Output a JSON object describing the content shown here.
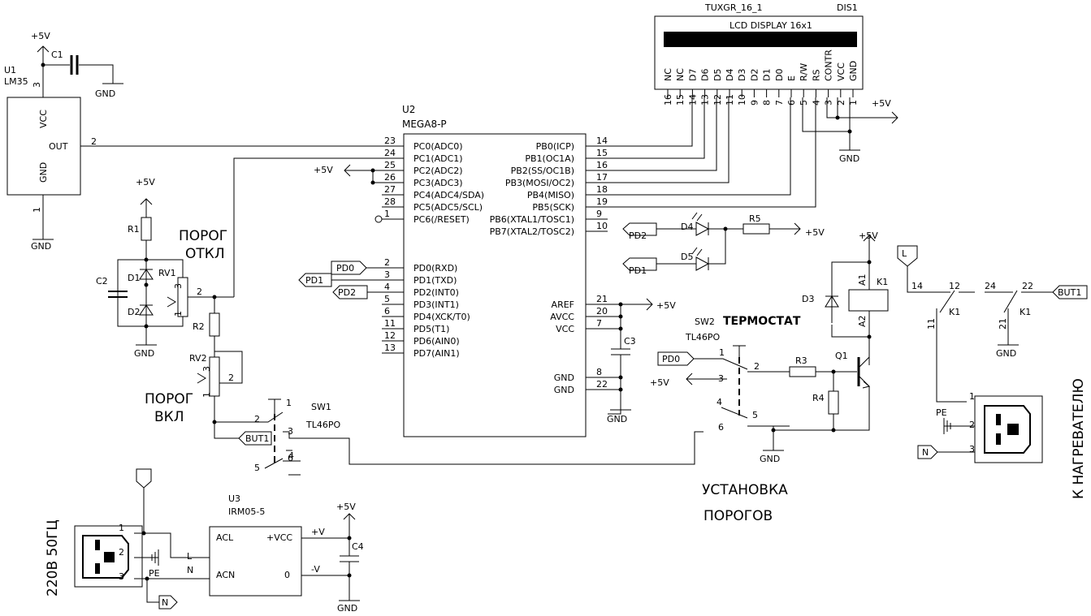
{
  "components": {
    "lm35": {
      "ref": "U1",
      "name": "LM35",
      "pins": {
        "vcc": "VCC",
        "out": "OUT",
        "gnd": "GND"
      },
      "pin_out": "2",
      "pin_vcc": "3",
      "pin_gnd": "1"
    },
    "c1": {
      "ref": "C1"
    },
    "c2": {
      "ref": "C2"
    },
    "c3": {
      "ref": "C3"
    },
    "c4": {
      "ref": "C4"
    },
    "r1": {
      "ref": "R1"
    },
    "r2": {
      "ref": "R2"
    },
    "r3": {
      "ref": "R3"
    },
    "r4": {
      "ref": "R4"
    },
    "r5": {
      "ref": "R5"
    },
    "rv1": {
      "ref": "RV1",
      "pins": [
        "1",
        "2",
        "3"
      ]
    },
    "rv2": {
      "ref": "RV2",
      "pins": [
        "1",
        "2",
        "3"
      ]
    },
    "d1": {
      "ref": "D1"
    },
    "d2": {
      "ref": "D2"
    },
    "d3": {
      "ref": "D3"
    },
    "d4": {
      "ref": "D4"
    },
    "d5": {
      "ref": "D5"
    },
    "q1": {
      "ref": "Q1"
    },
    "k1": {
      "ref": "K1",
      "a1": "A1",
      "a2": "A2"
    },
    "sw1": {
      "ref": "SW1",
      "name": "TL46PO",
      "pins": [
        "1",
        "2",
        "3",
        "4",
        "5",
        "6"
      ]
    },
    "sw2": {
      "ref": "SW2",
      "name": "TL46PO",
      "pins": [
        "1",
        "2",
        "3",
        "4",
        "5",
        "6"
      ]
    },
    "u3": {
      "ref": "U3",
      "name": "IRM05-5",
      "pins": {
        "acl": "ACL",
        "acn": "ACN",
        "vcc": "+VCC",
        "zero": "0"
      },
      "l": "L",
      "n": "N",
      "pv": "+V",
      "mv": "-V"
    },
    "display": {
      "ref": "DIS1",
      "name": "TUXGR_16_1",
      "title": "LCD DISPLAY 16x1",
      "pin_labels": [
        "NC",
        "NC",
        "D7",
        "D6",
        "D5",
        "D4",
        "D3",
        "D2",
        "D1",
        "D0",
        "E",
        "R/W",
        "RS",
        "CONTR",
        "VCC",
        "GND"
      ],
      "pin_numbers": [
        "16",
        "15",
        "14",
        "13",
        "12",
        "11",
        "10",
        "9",
        "8",
        "7",
        "6",
        "5",
        "4",
        "3",
        "2",
        "1"
      ]
    },
    "mcu": {
      "ref": "U2",
      "name": "MEGA8-P",
      "left_top": [
        {
          "label": "PC0(ADC0)",
          "pin": "23"
        },
        {
          "label": "PC1(ADC1)",
          "pin": "24"
        },
        {
          "label": "PC2(ADC2)",
          "pin": "25"
        },
        {
          "label": "PC3(ADC3)",
          "pin": "26"
        },
        {
          "label": "PC4(ADC4/SDA)",
          "pin": "27"
        },
        {
          "label": "PC5(ADC5/SCL)",
          "pin": "28"
        },
        {
          "label": "PC6(/RESET)",
          "pin": "1"
        }
      ],
      "left_bottom": [
        {
          "label": "PD0(RXD)",
          "pin": "2"
        },
        {
          "label": "PD1(TXD)",
          "pin": "3"
        },
        {
          "label": "PD2(INT0)",
          "pin": "4"
        },
        {
          "label": "PD3(INT1)",
          "pin": "5"
        },
        {
          "label": "PD4(XCK/T0)",
          "pin": "6"
        },
        {
          "label": "PD5(T1)",
          "pin": "11"
        },
        {
          "label": "PD6(AIN0)",
          "pin": "12"
        },
        {
          "label": "PD7(AIN1)",
          "pin": "13"
        }
      ],
      "right_top": [
        {
          "label": "PB0(ICP)",
          "pin": "14"
        },
        {
          "label": "PB1(OC1A)",
          "pin": "15"
        },
        {
          "label": "PB2(SS/OC1B)",
          "pin": "16"
        },
        {
          "label": "PB3(MOSI/OC2)",
          "pin": "17"
        },
        {
          "label": "PB4(MISO)",
          "pin": "18"
        },
        {
          "label": "PB5(SCK)",
          "pin": "19"
        },
        {
          "label": "PB6(XTAL1/TOSC1)",
          "pin": "9"
        },
        {
          "label": "PB7(XTAL2/TOSC2)",
          "pin": "10"
        }
      ],
      "right_bottom": [
        {
          "label": "AREF",
          "pin": "21"
        },
        {
          "label": "AVCC",
          "pin": "20"
        },
        {
          "label": "VCC",
          "pin": "7"
        },
        {
          "label": "GND",
          "pin": "8"
        },
        {
          "label": "GND",
          "pin": "22"
        }
      ]
    }
  },
  "nets": {
    "vcc": "+5V",
    "gnd": "GND",
    "pe": "PE"
  },
  "ports": {
    "pd0": "PD0",
    "pd1": "PD1",
    "pd2": "PD2",
    "but1": "BUT1",
    "l": "L",
    "n": "N"
  },
  "contacts": {
    "k1_a": "14",
    "k1_b": "12",
    "k1_c": "11",
    "k2_a": "24",
    "k2_b": "22",
    "k2_c": "21"
  },
  "socket_pins": [
    "1",
    "2",
    "3"
  ],
  "labels": {
    "porog_otkl_1": "ПОРОГ",
    "porog_otkl_2": "ОТКЛ",
    "porog_vkl_1": "ПОРОГ",
    "porog_vkl_2": "ВКЛ",
    "termostat": "ТЕРМОСТАТ",
    "ustanovka_1": "УСТАНОВКА",
    "ustanovka_2": "ПОРОГОВ",
    "mains": "220В 50ГЦ",
    "heater": "К НАГРЕВАТЕЛЮ"
  }
}
